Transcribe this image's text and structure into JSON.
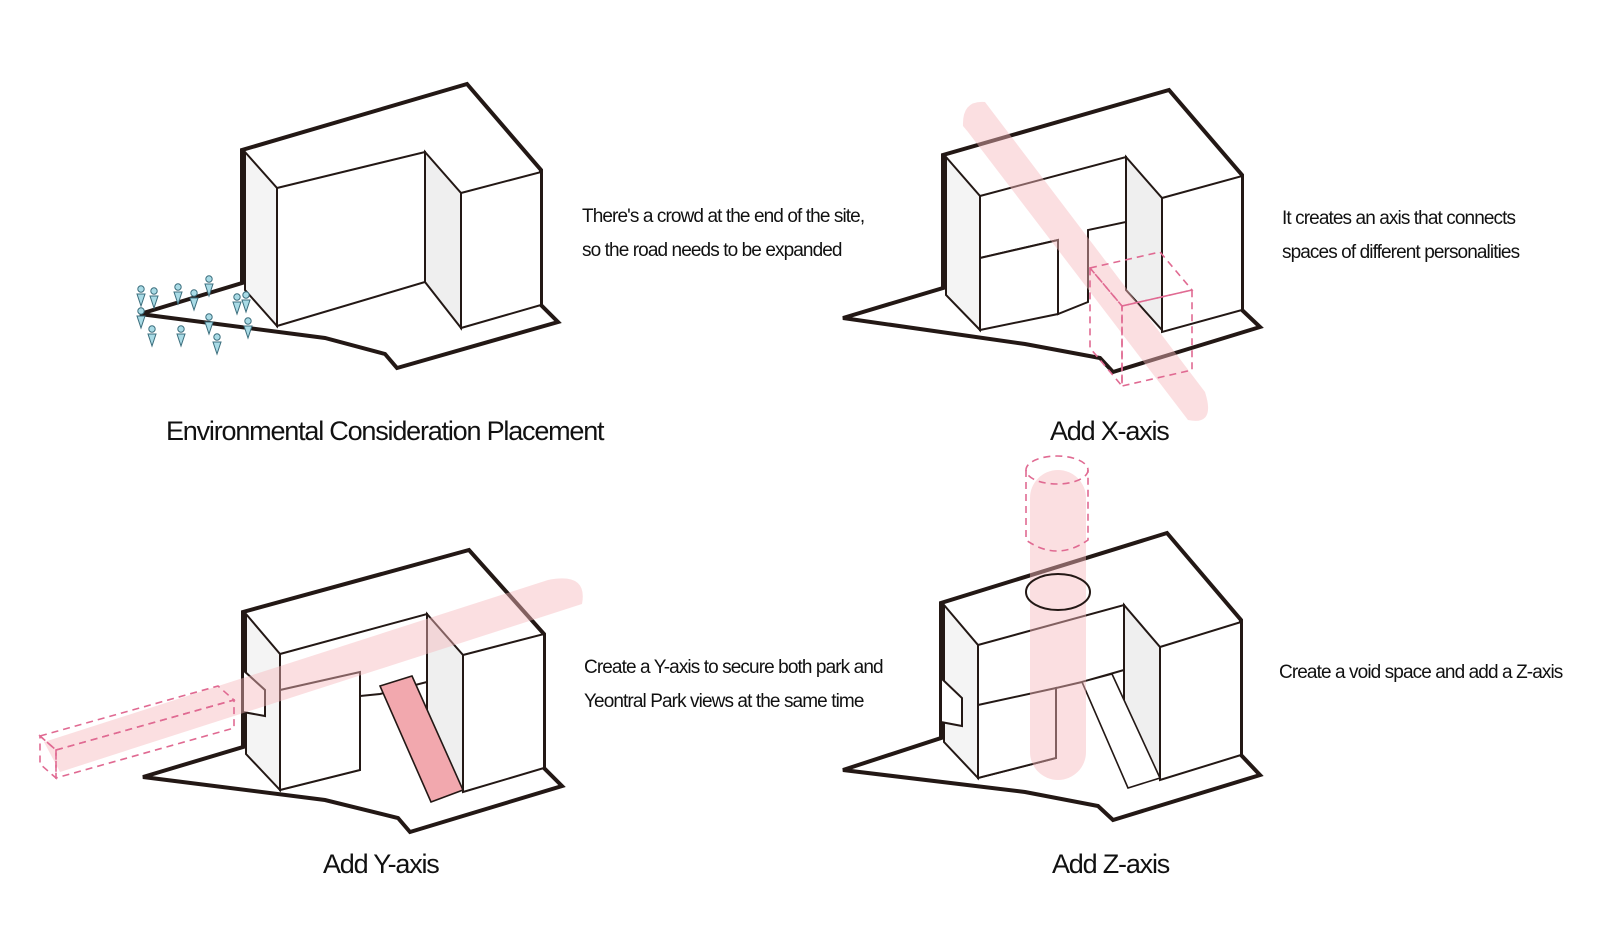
{
  "panels": [
    {
      "id": "environmental",
      "title": "Environmental Consideration Placement",
      "description": [
        "There's a crowd at the end of the site,",
        "so the road needs to be expanded"
      ]
    },
    {
      "id": "x-axis",
      "title": "Add X-axis",
      "description": [
        "It creates an axis that connects",
        "spaces of different personalities"
      ]
    },
    {
      "id": "y-axis",
      "title": "Add Y-axis",
      "description": [
        "Create a Y-axis to secure both park and",
        "Yeontral Park views at the same time"
      ]
    },
    {
      "id": "z-axis",
      "title": "Add Z-axis",
      "description": [
        "Create a void space and add a Z-axis"
      ]
    }
  ],
  "colors": {
    "outline": "#231815",
    "axis_fill": "#f7b9bd",
    "axis_dash": "#e06a92",
    "people": "#a9dbe6"
  },
  "icons": {
    "people": "person-marker-icon"
  }
}
